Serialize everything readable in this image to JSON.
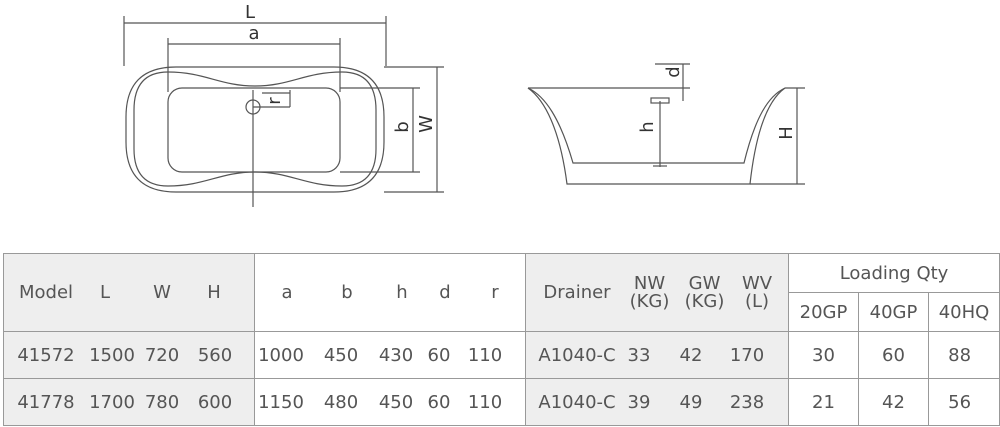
{
  "drawing": {
    "top_view_labels": {
      "L": "L",
      "a": "a",
      "b": "b",
      "W": "W",
      "r": "r"
    },
    "side_view_labels": {
      "d": "d",
      "h": "h",
      "H": "H"
    }
  },
  "table": {
    "headers": {
      "model": "Model",
      "L": "L",
      "W": "W",
      "H": "H",
      "a": "a",
      "b": "b",
      "h": "h",
      "d": "d",
      "r": "r",
      "drainer": "Drainer",
      "nw_1": "NW",
      "nw_2": "(KG)",
      "gw_1": "GW",
      "gw_2": "(KG)",
      "wv_1": "WV",
      "wv_2": "(L)",
      "loading_qty": "Loading Qty",
      "gp20": "20GP",
      "gp40": "40GP",
      "hq40": "40HQ"
    },
    "rows": [
      {
        "model": "41572",
        "L": "1500",
        "W": "720",
        "H": "560",
        "a": "1000",
        "b": "450",
        "h": "430",
        "d": "60",
        "r": "110",
        "drainer": "A1040-C",
        "nw": "33",
        "gw": "42",
        "wv": "170",
        "gp20": "30",
        "gp40": "60",
        "hq40": "88"
      },
      {
        "model": "41778",
        "L": "1700",
        "W": "780",
        "H": "600",
        "a": "1150",
        "b": "480",
        "h": "450",
        "d": "60",
        "r": "110",
        "drainer": "A1040-C",
        "nw": "39",
        "gw": "49",
        "wv": "238",
        "gp20": "21",
        "gp40": "42",
        "hq40": "56"
      }
    ]
  }
}
